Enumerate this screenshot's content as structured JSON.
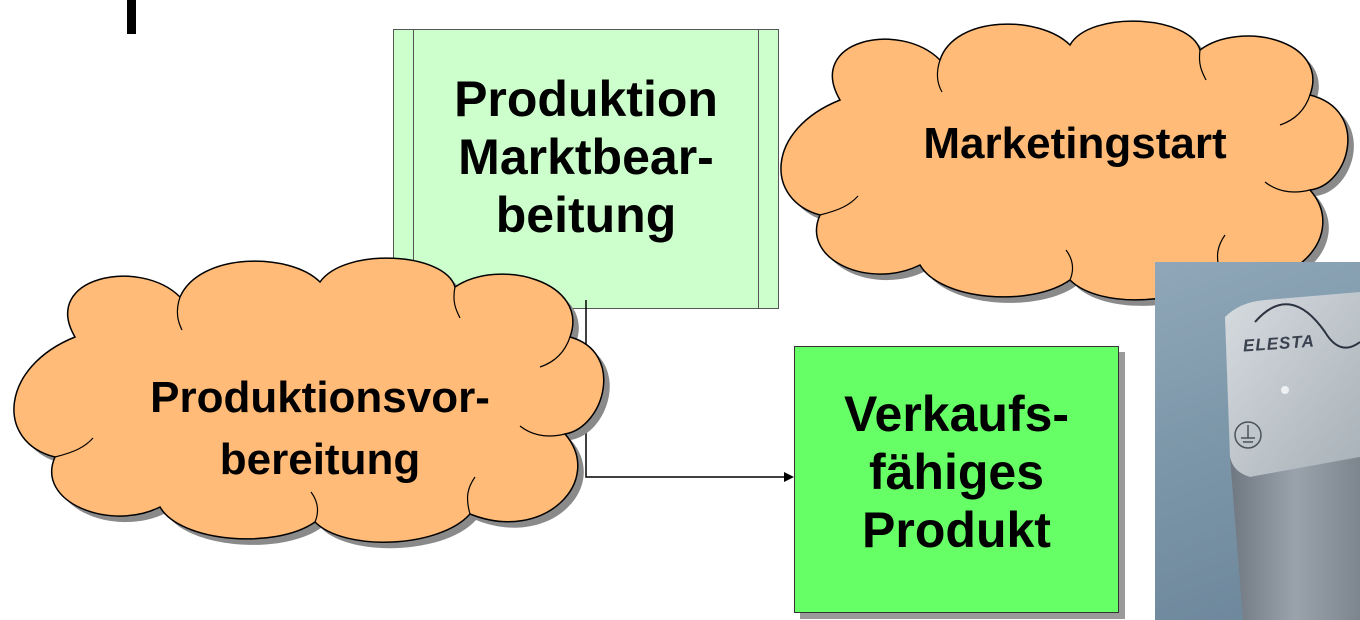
{
  "diagram": {
    "process_box": {
      "lines": "Produktion\nMarktbear-\nbeitung",
      "fill": "#ccffcc"
    },
    "cloud_marketing": {
      "label": "Marketingstart",
      "fill": "#ffbb77"
    },
    "cloud_production_prep": {
      "label": "Produktionsvor-\nbereitung",
      "fill": "#ffbb77"
    },
    "product_box": {
      "lines": "Verkaufs-\nfähiges\nProdukt",
      "fill": "#66ff66"
    },
    "photo": {
      "logo_text": "ELESTA"
    }
  }
}
